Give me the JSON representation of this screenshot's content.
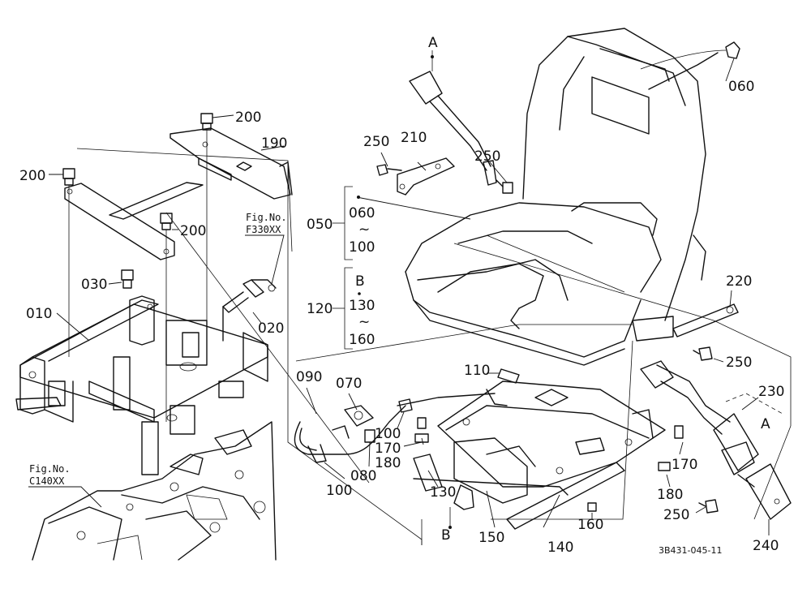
{
  "labels": {
    "p010": "010",
    "p020": "020",
    "p030": "030",
    "p050": "050",
    "p060_range": "060",
    "p100_range": "100",
    "tilde1": "~",
    "p060": "060",
    "p070": "070",
    "p080": "080",
    "p090": "090",
    "p100a": "100",
    "p100b": "100",
    "p110": "110",
    "p120": "120",
    "pB_range": "B",
    "p130_range": "130",
    "tilde2": "~",
    "p160_range": "160",
    "p130": "130",
    "p140": "140",
    "p150": "150",
    "p160": "160",
    "p170a": "170",
    "p170b": "170",
    "p180a": "180",
    "p180b": "180",
    "p190": "190",
    "p200a": "200",
    "p200b": "200",
    "p200c": "200",
    "p210": "210",
    "p220": "220",
    "p230": "230",
    "p240": "240",
    "p250a": "250",
    "p250b": "250",
    "p250c": "250",
    "p250d": "250",
    "markA1": "A",
    "markA2": "A",
    "markB": "B"
  },
  "figrefs": {
    "f330_title": "Fig.No.",
    "f330_code": "F330XX",
    "c140_title": "Fig.No.",
    "c140_code": "C140XX"
  },
  "drawing_number": "3B431-045-11"
}
